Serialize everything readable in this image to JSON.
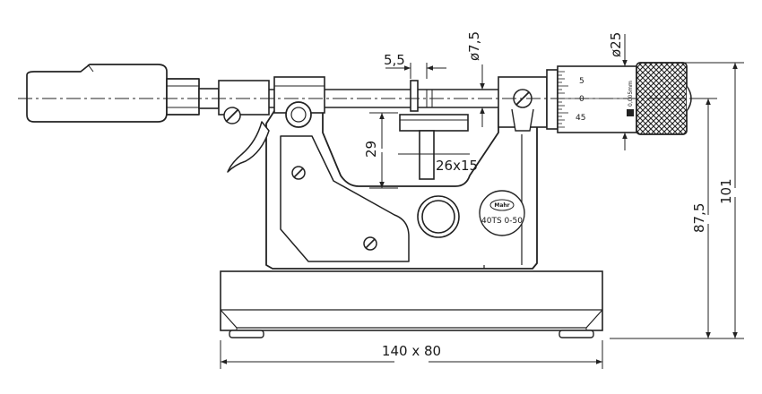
{
  "dimensions": {
    "gap": "5,5",
    "spindle_dia": "ø7,5",
    "thimble_dia": "ø25",
    "height": "29",
    "anvil": "26x15",
    "axis_height": "87,5",
    "total_height": "101",
    "base": "140 x 80"
  },
  "thimble_scale": {
    "tick_5": "5",
    "tick_0": "0",
    "tick_45": "45",
    "resolution": "0,005mm"
  },
  "badge": {
    "brand": "Mahr",
    "model": "40TS 0-50"
  }
}
